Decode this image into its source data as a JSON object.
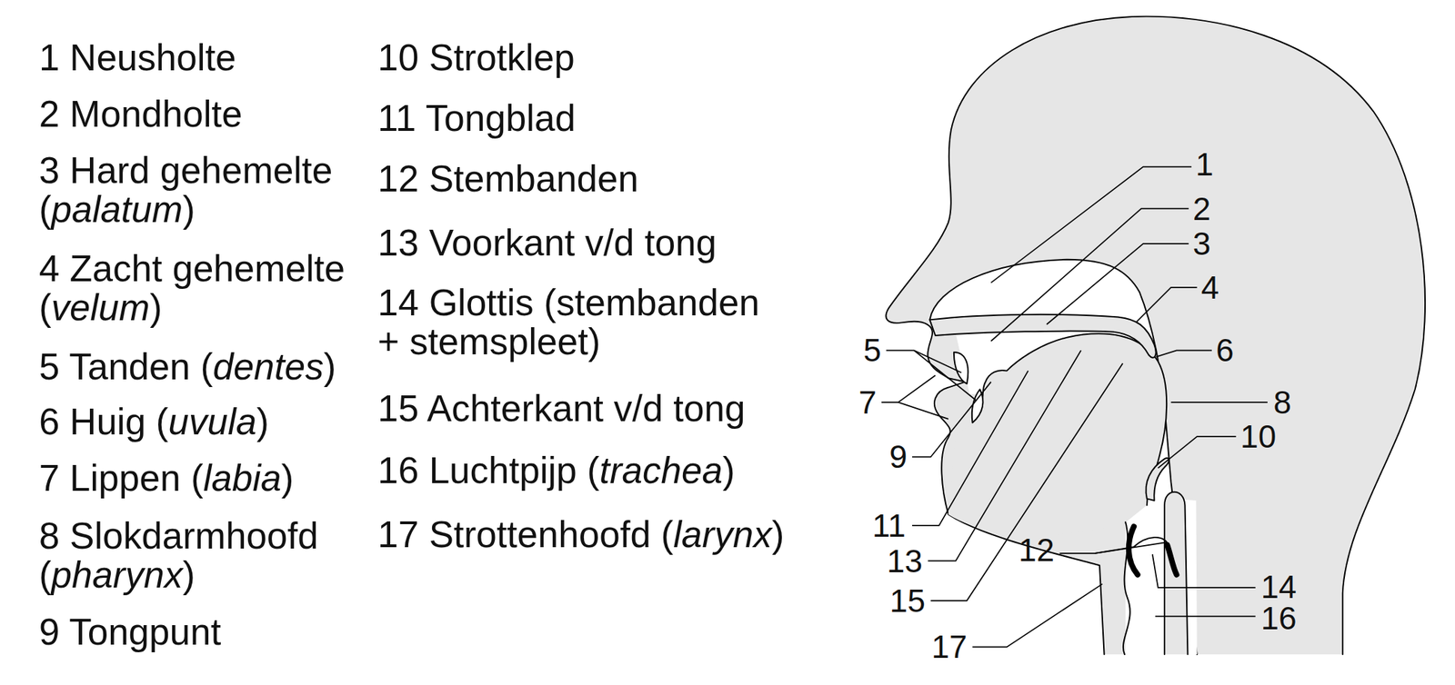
{
  "diagram": {
    "labels": [
      "1 Neusholte",
      "2 Mondholte",
      "3 Hard gehemelte (palatum)",
      "4 Zacht gehemelte (velum)",
      "5 Tanden (dentes)",
      "6 Huig (uvula)",
      "7 Lippen (labia)",
      "8 Slokdarmhoofd (pharynx)",
      "9 Tongpunt",
      "10 Strotklep",
      "11 Tongblad",
      "12 Stembanden",
      "13 Voorkant v/d tong",
      "14 Glottis (stembanden + stemspleet)",
      "15 Achterkant v/d tong",
      "16 Luchtpijp (trachea)",
      "17 Strottenhoofd (larynx)",
      "1",
      "2",
      "3",
      "4",
      "5",
      "6",
      "7",
      "8",
      "9",
      "10",
      "11",
      "12",
      "13",
      "14",
      "15",
      "16",
      "17"
    ]
  }
}
